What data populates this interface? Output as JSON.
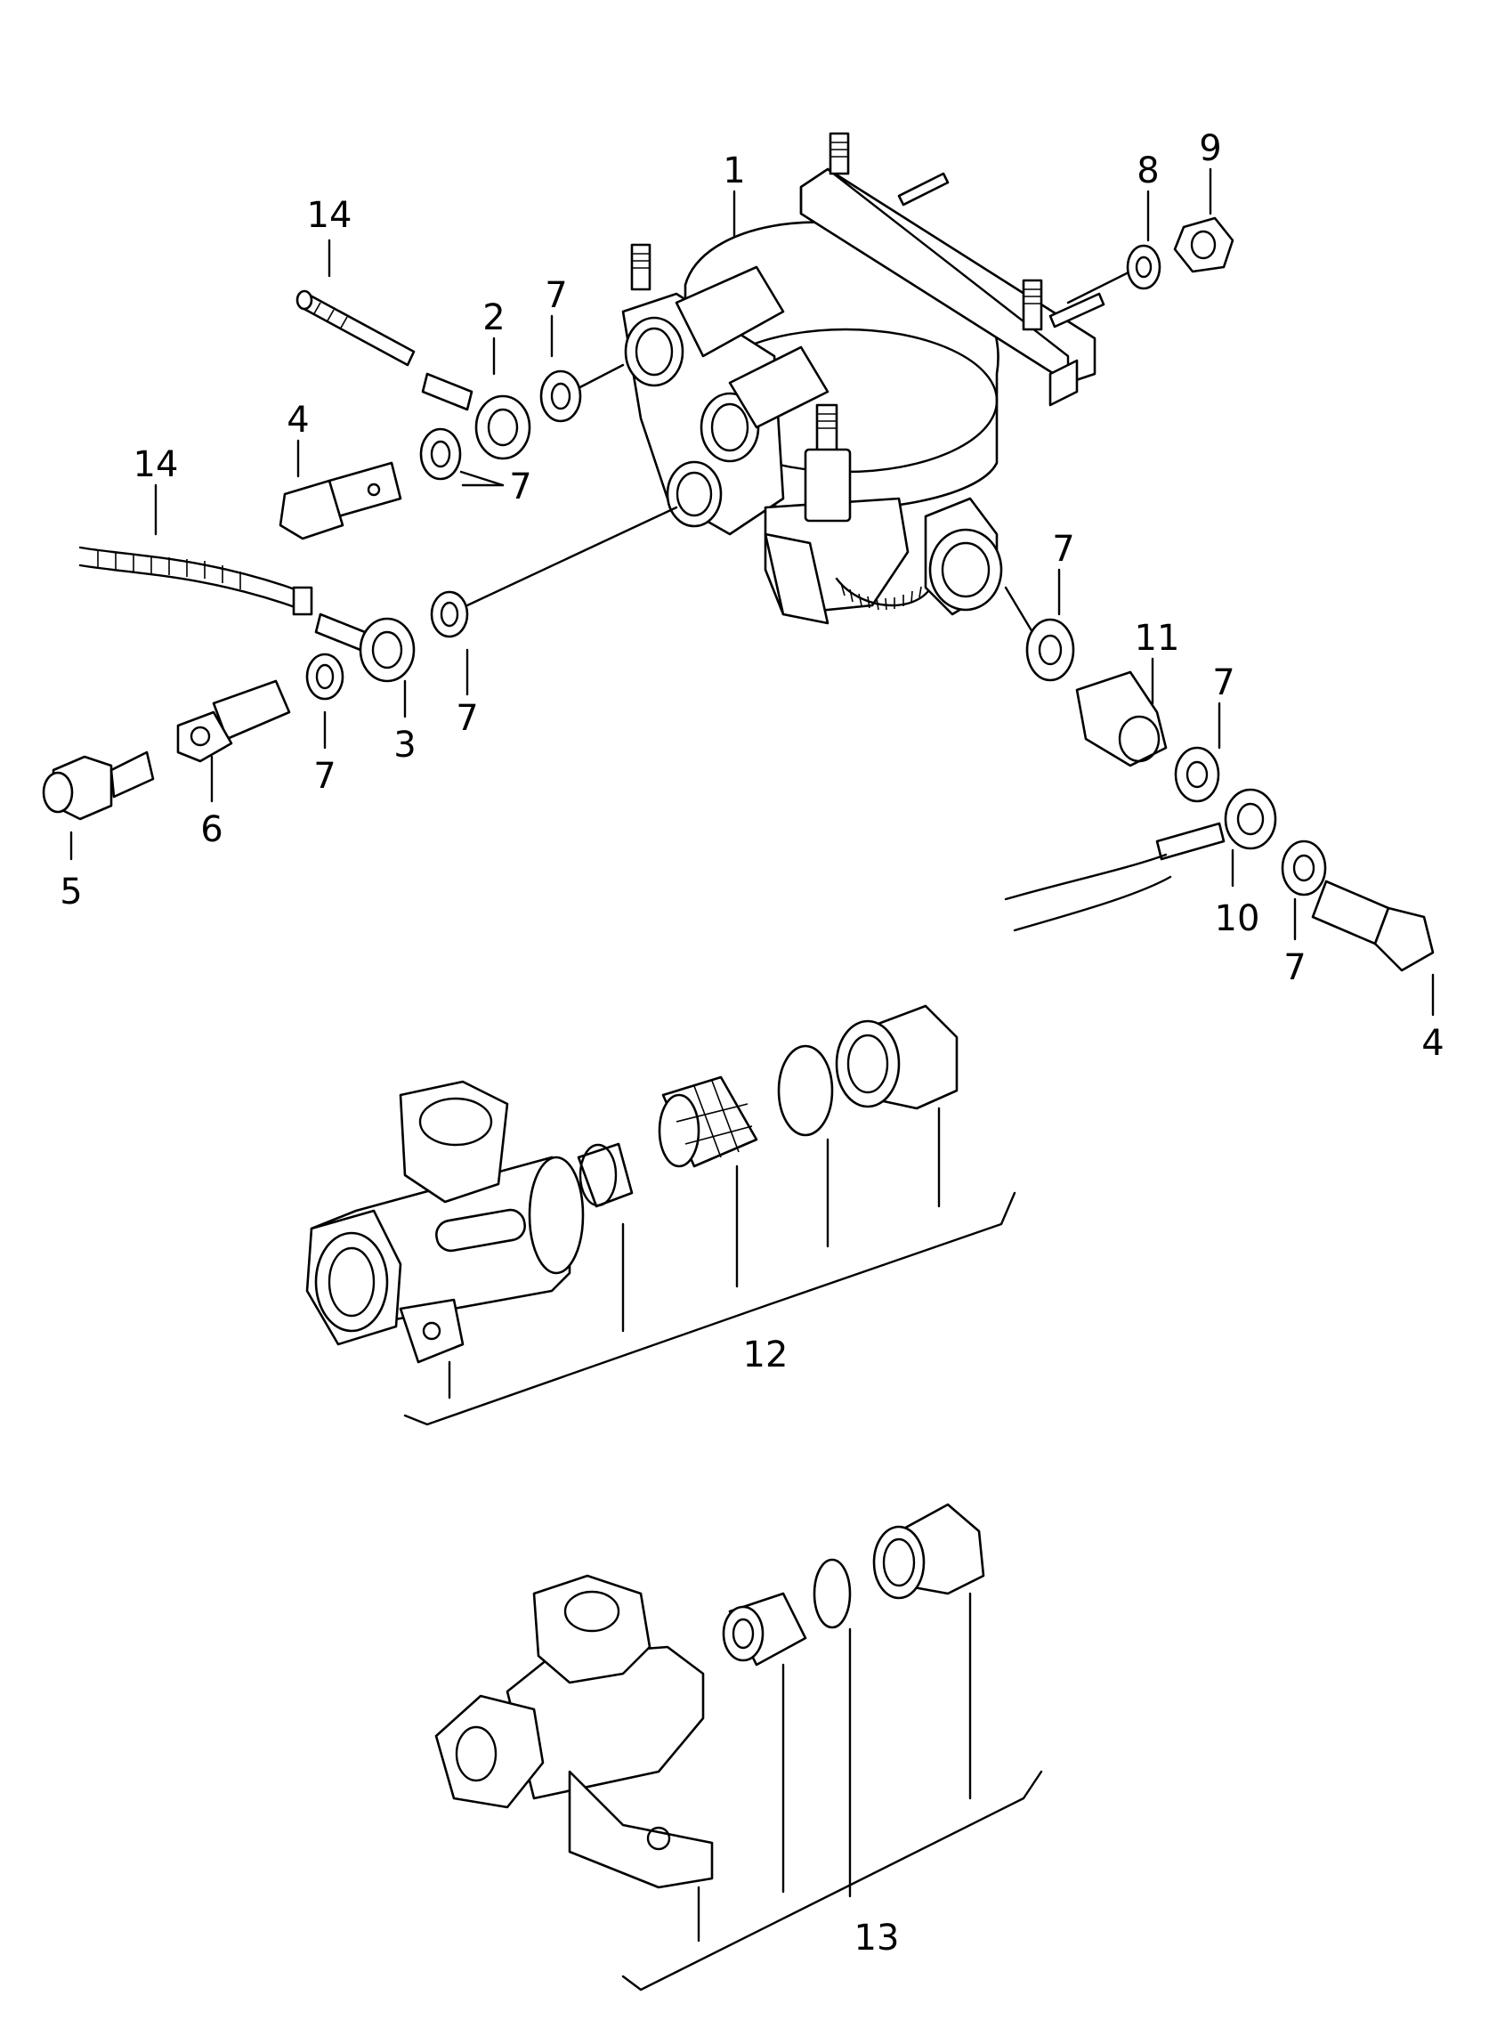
{
  "diagram": {
    "type": "exploded parts diagram",
    "callouts": [
      {
        "id": "c1",
        "text": "1"
      },
      {
        "id": "c2",
        "text": "2"
      },
      {
        "id": "c3",
        "text": "3"
      },
      {
        "id": "c4a",
        "text": "4"
      },
      {
        "id": "c4b",
        "text": "4"
      },
      {
        "id": "c5",
        "text": "5"
      },
      {
        "id": "c6",
        "text": "6"
      },
      {
        "id": "c7a",
        "text": "7"
      },
      {
        "id": "c7b",
        "text": "7"
      },
      {
        "id": "c7c",
        "text": "7"
      },
      {
        "id": "c7d",
        "text": "7"
      },
      {
        "id": "c7e",
        "text": "7"
      },
      {
        "id": "c7f",
        "text": "7"
      },
      {
        "id": "c7g",
        "text": "7"
      },
      {
        "id": "c8",
        "text": "8"
      },
      {
        "id": "c9",
        "text": "9"
      },
      {
        "id": "c10",
        "text": "10"
      },
      {
        "id": "c11",
        "text": "11"
      },
      {
        "id": "c12",
        "text": "12"
      },
      {
        "id": "c13",
        "text": "13"
      },
      {
        "id": "c14a",
        "text": "14"
      },
      {
        "id": "c14b",
        "text": "14"
      }
    ]
  }
}
